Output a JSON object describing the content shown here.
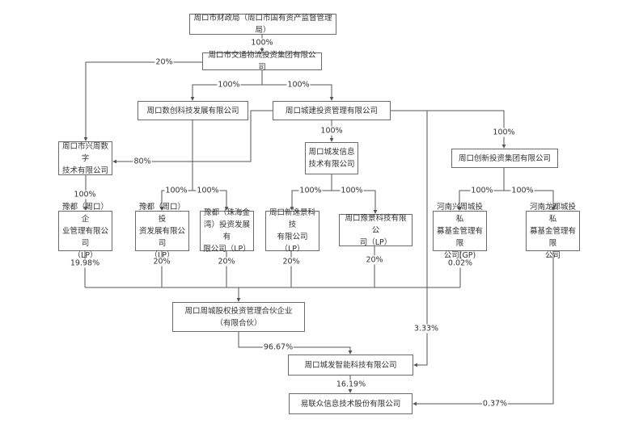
{
  "diagram": {
    "type": "equity-ownership-structure",
    "entities": {
      "finance_bureau": "周口市财政局（周口市国有资产监督管理局）",
      "transport_group": "周口市交通物流投资集团有限公司",
      "shuchuang": "周口数创科技发展有限公司",
      "chengjian": "周口城建投资管理有限公司",
      "xingzhou_digital": "周口市兴周数字\n技术有限公司",
      "chengfa_info": "周口城发信息\n技术有限公司",
      "chuangxin_group": "周口创新投资集团有限公司",
      "yudu_zhoukou_mgmt": "豫都（周口）企\n业管理有限公司\n（LP）",
      "yudu_zhoukou_invest": "豫都（周口）投\n资发展有限公司\n（LP）",
      "yudu_zhuhai": "豫都（珠海金\n湾）投资发展有\n限公司（LP）",
      "xinyijing": "周口新逸景科技\n有限公司\n（LP）",
      "yujing": "周口豫景科技有限公\n司（LP）",
      "henan_xingzhou_fund": "河南兴周城投私\n募基金管理有限\n公司(GP)",
      "henan_longdu_fund": "河南龙都城投私\n募基金管理有限\n公司",
      "zhoucheng_partnership": "周口周城股权投资管理合伙企业\n（有限合伙）",
      "chengfa_smart": "周口城发智能科技有限公司",
      "yilianzhong": "易联众信息技术股份有限公司"
    },
    "edges": [
      {
        "from": "finance_bureau",
        "to": "transport_group",
        "label": "100%"
      },
      {
        "from": "transport_group",
        "to": "xingzhou_digital",
        "label": "20%"
      },
      {
        "from": "transport_group",
        "to": "shuchuang",
        "label": "100%"
      },
      {
        "from": "transport_group",
        "to": "chengjian",
        "label": "100%"
      },
      {
        "from": "chengjian",
        "to": "xingzhou_digital",
        "label": "80%"
      },
      {
        "from": "chengjian",
        "to": "chengfa_info",
        "label": "100%"
      },
      {
        "from": "chengjian",
        "to": "chuangxin_group",
        "label": "100%"
      },
      {
        "from": "chengjian",
        "to": "chengfa_smart",
        "label": "3.33%"
      },
      {
        "from": "xingzhou_digital",
        "to": "yudu_zhoukou_mgmt",
        "label": "100%"
      },
      {
        "from": "shuchuang",
        "to": "yudu_zhoukou_invest",
        "label": "100%"
      },
      {
        "from": "shuchuang",
        "to": "yudu_zhuhai",
        "label": "100%"
      },
      {
        "from": "chengfa_info",
        "to": "xinyijing",
        "label": "100%"
      },
      {
        "from": "chengfa_info",
        "to": "yujing",
        "label": "100%"
      },
      {
        "from": "chuangxin_group",
        "to": "henan_xingzhou_fund",
        "label": "100%"
      },
      {
        "from": "chuangxin_group",
        "to": "henan_longdu_fund",
        "label": "100%"
      },
      {
        "from": "yudu_zhoukou_mgmt",
        "to": "zhoucheng_partnership",
        "label": "19.98%"
      },
      {
        "from": "yudu_zhoukou_invest",
        "to": "zhoucheng_partnership",
        "label": "20%"
      },
      {
        "from": "yudu_zhuhai",
        "to": "zhoucheng_partnership",
        "label": "20%"
      },
      {
        "from": "xinyijing",
        "to": "zhoucheng_partnership",
        "label": "20%"
      },
      {
        "from": "yujing",
        "to": "zhoucheng_partnership",
        "label": "20%"
      },
      {
        "from": "henan_xingzhou_fund",
        "to": "zhoucheng_partnership",
        "label": "0.02%"
      },
      {
        "from": "zhoucheng_partnership",
        "to": "chengfa_smart",
        "label": "96.67%"
      },
      {
        "from": "chengfa_smart",
        "to": "yilianzhong",
        "label": "16.19%"
      },
      {
        "from": "henan_longdu_fund",
        "to": "yilianzhong",
        "label": "0.37%"
      }
    ]
  },
  "colors": {
    "line": "#555555",
    "border": "#6b6b6b",
    "text": "#333333"
  }
}
